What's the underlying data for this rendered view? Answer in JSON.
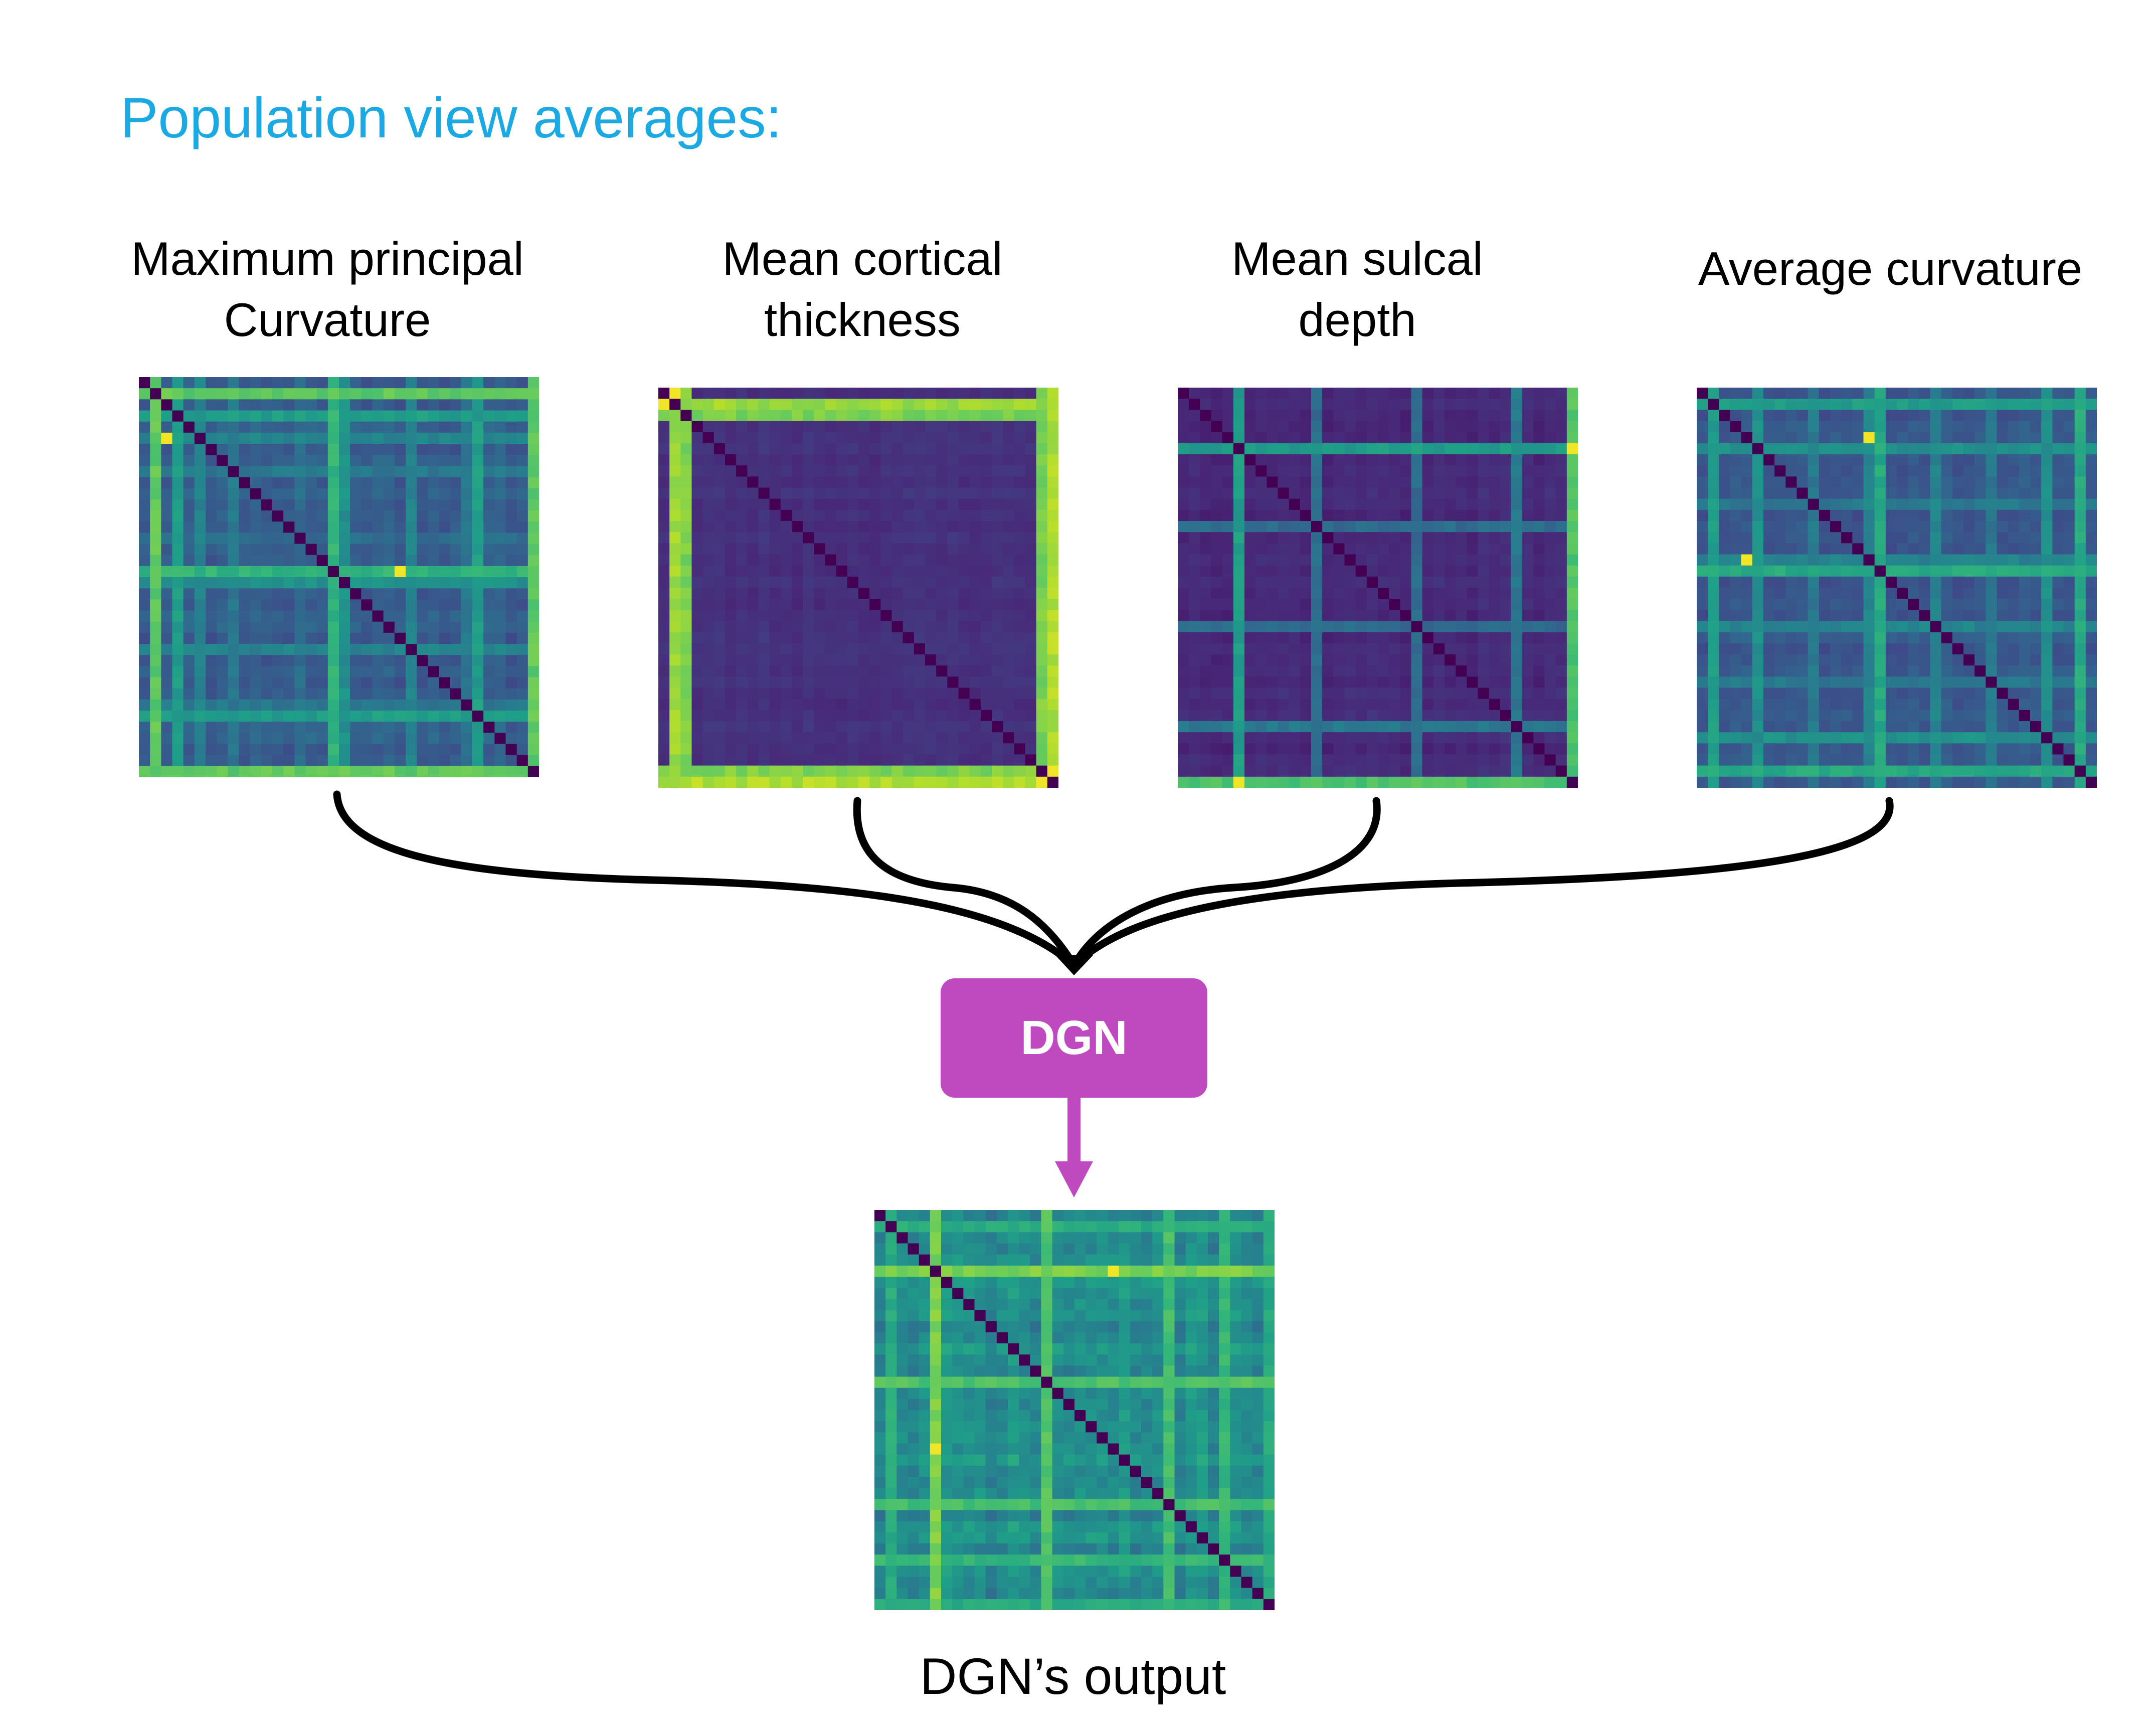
{
  "heading": "Population view averages:",
  "views": [
    {
      "line1": "Maximum principal",
      "line2": "Curvature",
      "seed": 11,
      "base": 0.3,
      "bands": [
        [
          1,
          0.75
        ],
        [
          3,
          0.55
        ],
        [
          5,
          0.45
        ],
        [
          8,
          0.4
        ],
        [
          14,
          0.35
        ],
        [
          17,
          0.65
        ],
        [
          18,
          0.5
        ],
        [
          24,
          0.45
        ],
        [
          29,
          0.4
        ],
        [
          30,
          0.55
        ],
        [
          35,
          0.75
        ]
      ],
      "mix": 0.06,
      "bright_cell": [
        [
          5,
          2
        ],
        [
          17,
          23
        ]
      ]
    },
    {
      "line1": "Mean cortical",
      "line2": "thickness",
      "seed": 23,
      "base": 0.14,
      "bands": [
        [
          1,
          0.85
        ],
        [
          2,
          0.8
        ],
        [
          34,
          0.8
        ],
        [
          35,
          0.88
        ]
      ],
      "mix": 0.03,
      "bright_cell": [
        [
          1,
          0
        ],
        [
          0,
          1
        ],
        [
          35,
          34
        ],
        [
          34,
          35
        ]
      ]
    },
    {
      "line1": "Mean sulcal",
      "line2": "depth",
      "seed": 37,
      "base": 0.12,
      "bands": [
        [
          5,
          0.55
        ],
        [
          12,
          0.35
        ],
        [
          21,
          0.35
        ],
        [
          30,
          0.4
        ],
        [
          35,
          0.72
        ]
      ],
      "mix": 0.03,
      "bright_cell": [
        [
          35,
          5
        ],
        [
          5,
          35
        ]
      ]
    },
    {
      "line1": "Average curvature",
      "line2": "",
      "seed": 53,
      "base": 0.28,
      "bands": [
        [
          1,
          0.55
        ],
        [
          5,
          0.5
        ],
        [
          10,
          0.4
        ],
        [
          15,
          0.45
        ],
        [
          16,
          0.6
        ],
        [
          21,
          0.45
        ],
        [
          26,
          0.4
        ],
        [
          31,
          0.5
        ],
        [
          34,
          0.6
        ]
      ],
      "mix": 0.05,
      "bright_cell": [
        [
          15,
          4
        ],
        [
          4,
          15
        ]
      ]
    }
  ],
  "dgn_label": "DGN",
  "output": {
    "label": "DGN’s output",
    "seed": 71,
    "base": 0.48,
    "bands": [
      [
        1,
        0.62
      ],
      [
        5,
        0.8
      ],
      [
        15,
        0.72
      ],
      [
        26,
        0.7
      ],
      [
        31,
        0.66
      ],
      [
        35,
        0.6
      ]
    ],
    "mix": 0.1,
    "bright_cell": [
      [
        21,
        5
      ],
      [
        5,
        21
      ]
    ]
  },
  "colors": {
    "heading": "#1aa9e3",
    "dgn_box": "#bf4ac0",
    "connector": "#000000",
    "arrow": "#bf4ac0",
    "colormap": "viridis"
  }
}
